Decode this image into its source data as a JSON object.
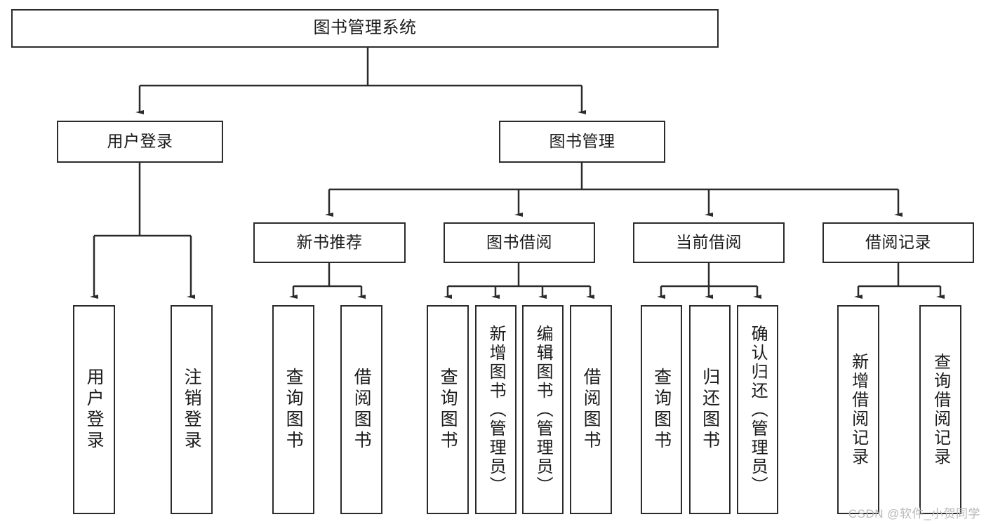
{
  "diagram": {
    "title": "图书管理系统",
    "watermark": "CSDN @软件_小贺同学",
    "colors": {
      "stroke": "#2b2b2b",
      "fill": "#ffffff",
      "text": "#1b1b1b",
      "watermark": "#b9b9b9"
    },
    "nodes": {
      "root": {
        "label": "图书管理系统"
      },
      "level2": [
        {
          "label": "用户登录"
        },
        {
          "label": "图书管理"
        }
      ],
      "level3": [
        {
          "label": "新书推荐"
        },
        {
          "label": "图书借阅"
        },
        {
          "label": "当前借阅"
        },
        {
          "label": "借阅记录"
        }
      ],
      "leaves": {
        "user_login": [
          {
            "label": "用户登录"
          },
          {
            "label": "注销登录"
          }
        ],
        "new_book": [
          {
            "label": "查询图书"
          },
          {
            "label": "借阅图书"
          }
        ],
        "borrow_book": [
          {
            "label": "查询图书"
          },
          {
            "label": "新增图书（管理员）"
          },
          {
            "label": "编辑图书（管理员）"
          },
          {
            "label": "借阅图书"
          }
        ],
        "current_borrow": [
          {
            "label": "查询图书"
          },
          {
            "label": "归还图书"
          },
          {
            "label": "确认归还（管理员）"
          }
        ],
        "borrow_record": [
          {
            "label": "新增借阅记录"
          },
          {
            "label": "查询借阅记录"
          }
        ]
      }
    }
  }
}
